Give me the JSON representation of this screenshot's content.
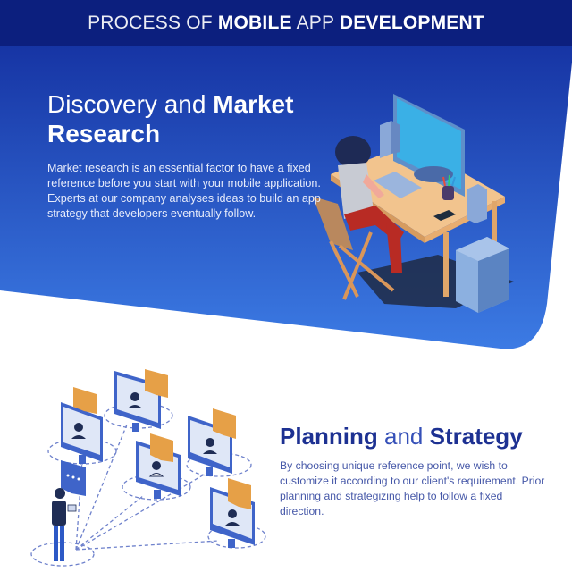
{
  "header": {
    "title_parts": [
      {
        "text": "PROCESS OF ",
        "weight": "light"
      },
      {
        "text": "MOBILE",
        "weight": "bold"
      },
      {
        "text": " APP ",
        "weight": "light"
      },
      {
        "text": "DEVELOPMENT",
        "weight": "bold"
      }
    ],
    "p0": "PROCESS OF ",
    "p1": "MOBILE",
    "p2": " APP ",
    "p3": "DEVELOPMENT"
  },
  "colors": {
    "header_bg": "#0c1f7e",
    "panel_top": "#1734a6",
    "panel_bottom": "#3b78e2",
    "heading2": "#1d3192",
    "body2": "#4658a8",
    "bubble_orange": "#e6a047",
    "monitor_blue": "#3f64c9"
  },
  "sections": [
    {
      "id": "discovery",
      "title_light": "Discovery and ",
      "title_bold_1": "Market",
      "title_bold_2": "Research",
      "body": "Market research is an essential factor to have a fixed reference before you start with your mobile application. Experts at our company analyses ideas to build an app strategy that developers eventually follow.",
      "illustration": "woman-working-at-desk-illustration"
    },
    {
      "id": "planning",
      "title_bold_1": "Planning",
      "title_light": " and ",
      "title_bold_2": "Strategy",
      "body": "By choosing unique reference point, we wish to customize it according to our client's requirement. Prior planning and strategizing help to follow a fixed direction.",
      "illustration": "video-conference-network-illustration"
    }
  ]
}
